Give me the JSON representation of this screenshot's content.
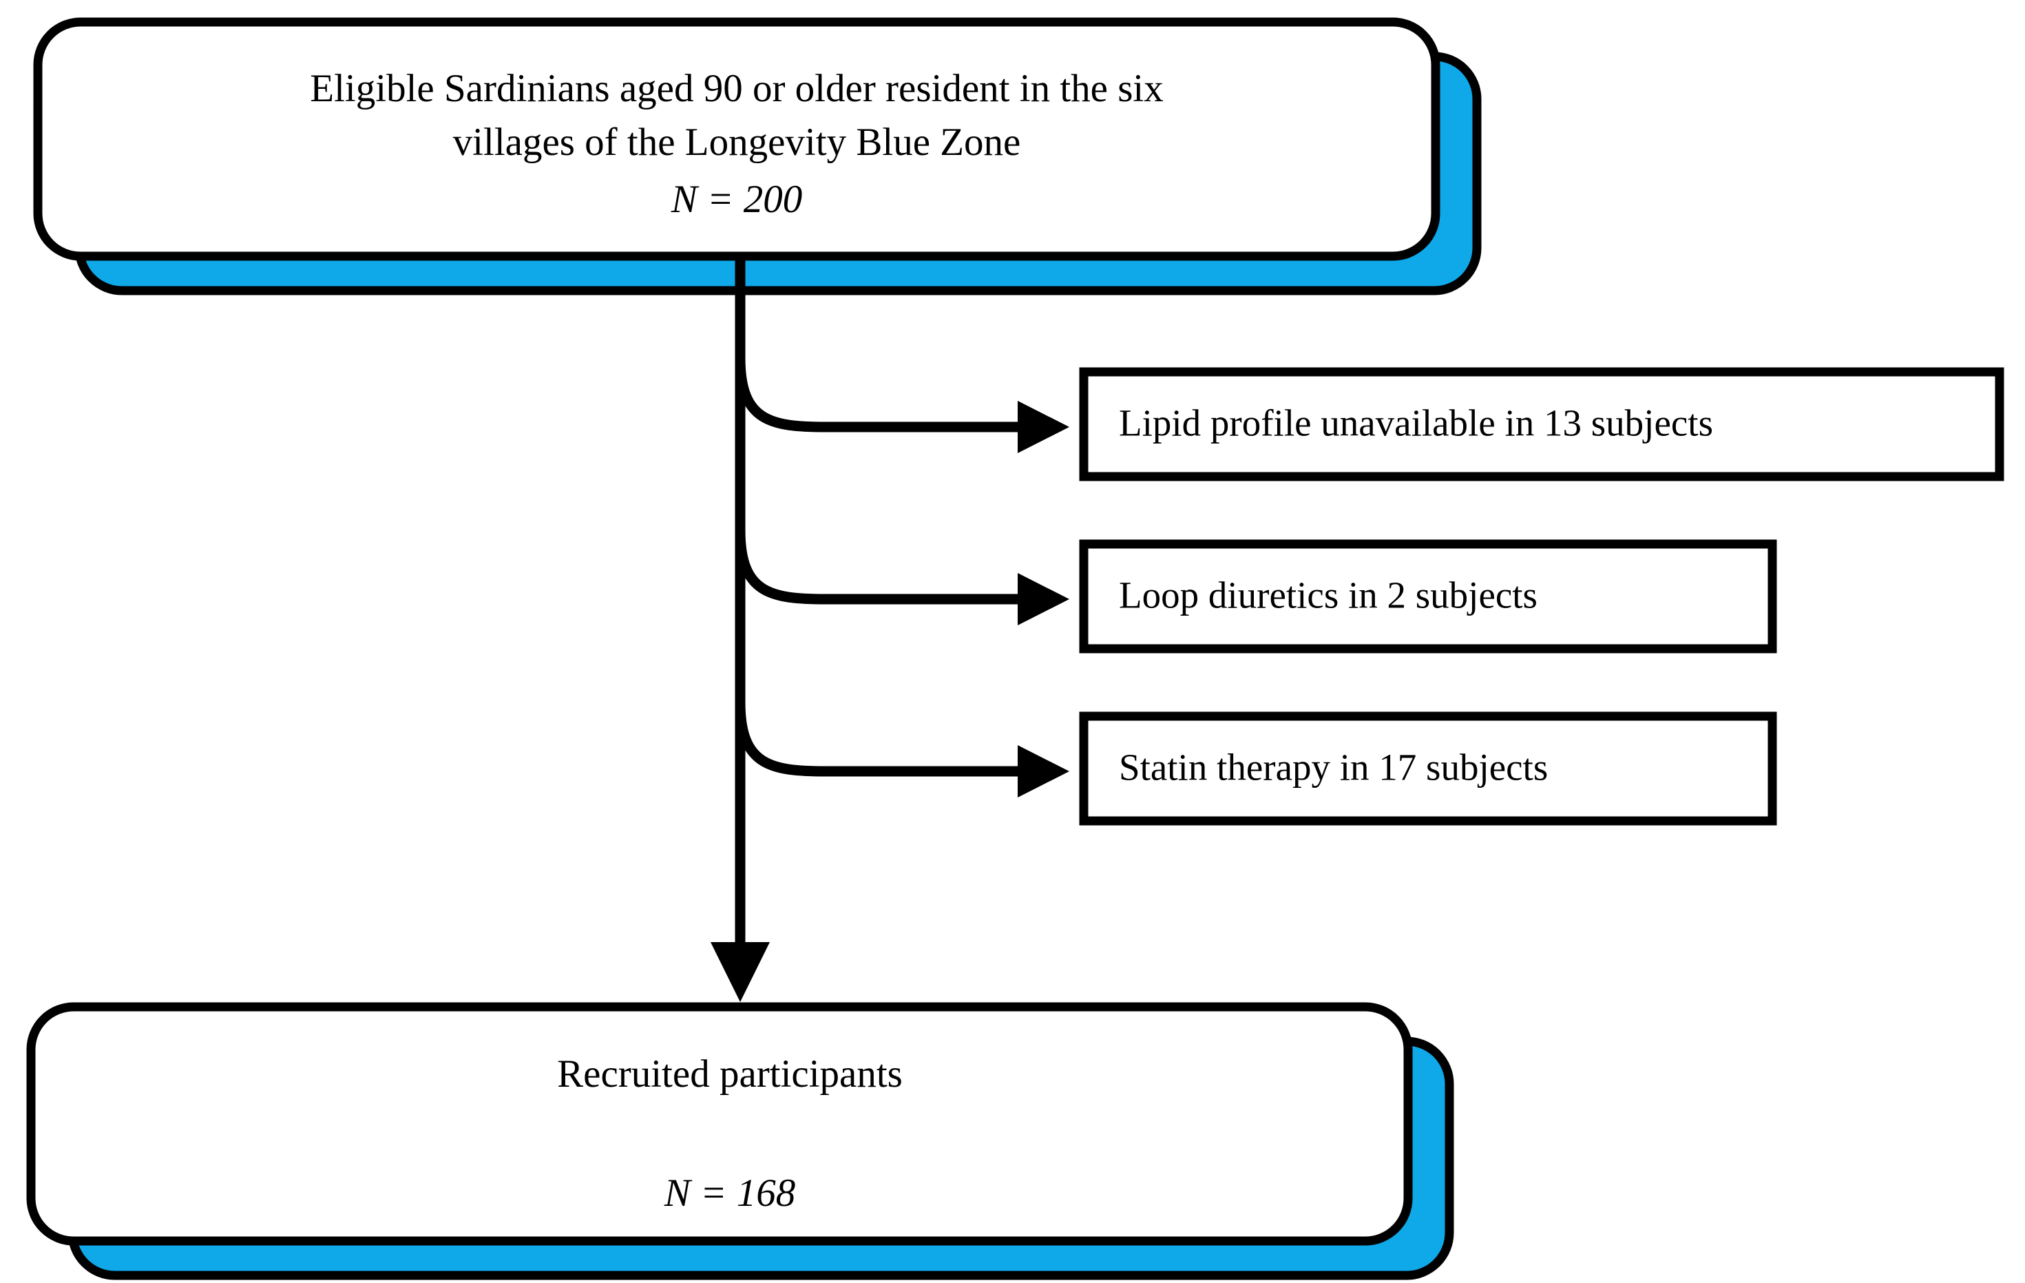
{
  "diagram": {
    "type": "flowchart",
    "title": "Study participant recruitment flow",
    "colors": {
      "shadow_blue": "#0FA8E8",
      "outline": "#000000",
      "box_fill": "#FFFFFF",
      "text": "#000000",
      "background": "#FFFFFF"
    },
    "nodes": {
      "source": {
        "id": "eligible-population",
        "shape": "rounded-rect-with-blue-shadow",
        "line1": "Eligible Sardinians aged 90 or older resident in the six",
        "line2": "villages of the Longevity Blue Zone",
        "count": "N = 200"
      },
      "result": {
        "id": "recruited-participants",
        "shape": "rounded-rect-with-blue-shadow",
        "line1": "Recruited participants",
        "count": "N = 168"
      }
    },
    "exclusions": [
      {
        "id": "exclusion-lipid-profile",
        "label": "Lipid profile unavailable in 13 subjects",
        "count": 13,
        "reason": "Lipid profile unavailable"
      },
      {
        "id": "exclusion-loop-diuretics",
        "label": "Loop diuretics in 2 subjects",
        "count": 2,
        "reason": "Loop diuretics"
      },
      {
        "id": "exclusion-statin-therapy",
        "label": "Statin therapy in 17 subjects",
        "count": 17,
        "reason": "Statin therapy"
      }
    ]
  }
}
